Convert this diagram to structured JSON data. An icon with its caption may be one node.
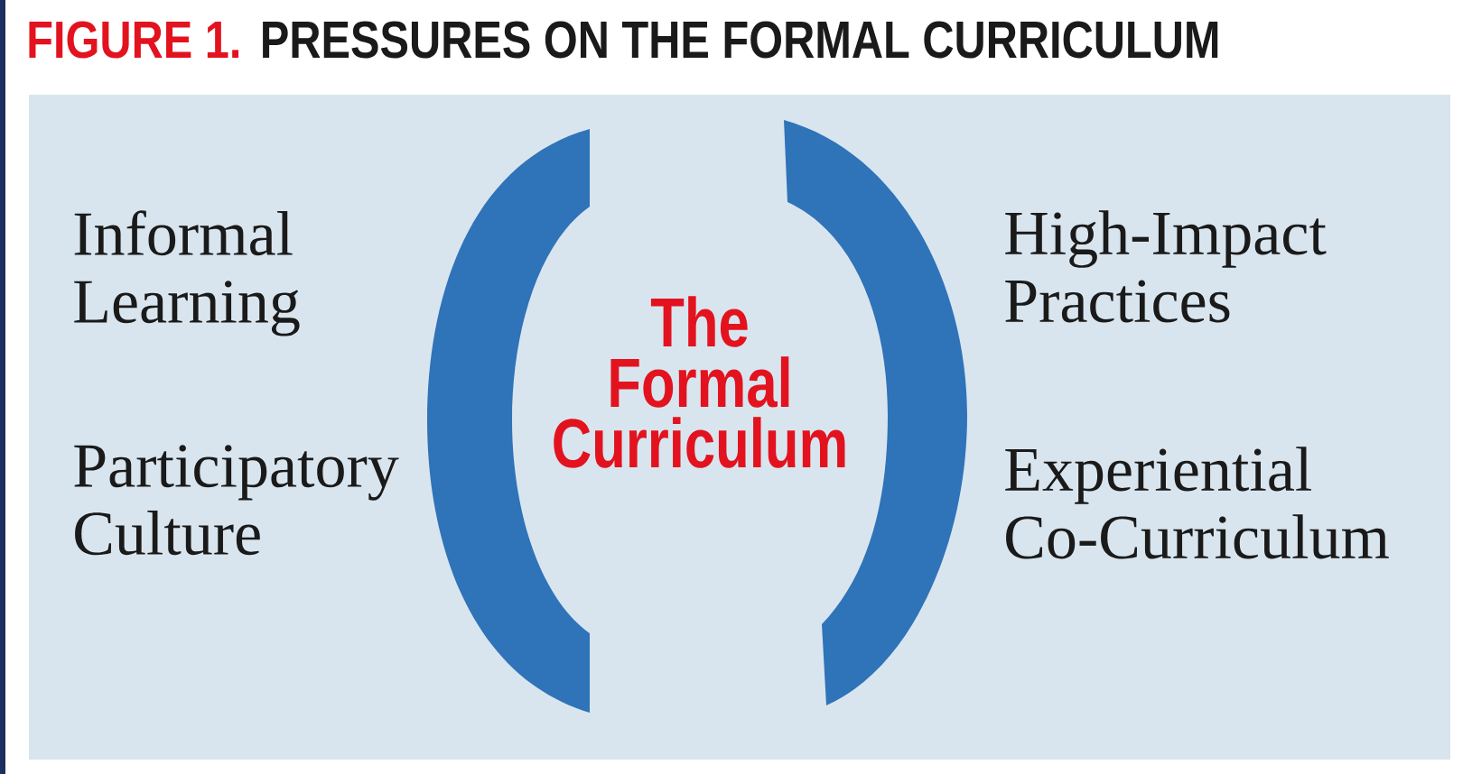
{
  "diagram": {
    "title": "PRESSURES ON THE FORMAL CURRICULUM",
    "labels": [
      "FIGURE 1.",
      "Informal Learning",
      "High-Impact Practices",
      "The Formal Curriculum",
      "Participatory Culture",
      "Experiential Co-Curriculum"
    ]
  }
}
